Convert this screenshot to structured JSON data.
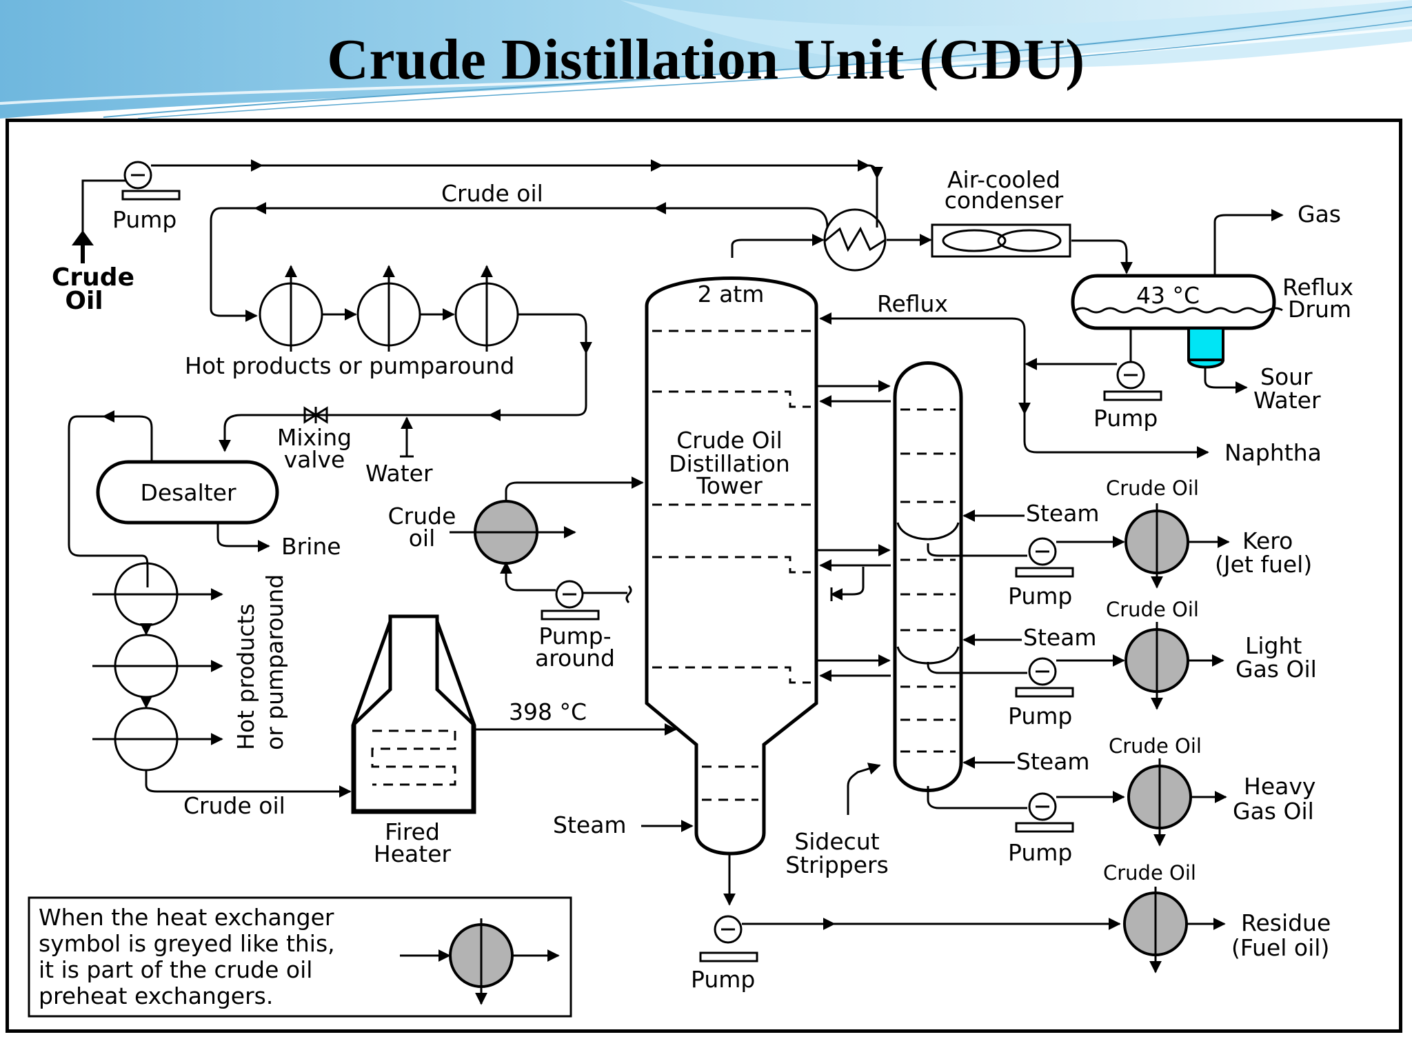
{
  "title": "Crude Distillation Unit (CDU)",
  "colors": {
    "grey_exchanger": "#b3b3b3",
    "sour_water": "#00e5f5",
    "header_blue": "#7fc4e6"
  },
  "labels": {
    "crude_oil_feed": [
      "Crude",
      "Oil"
    ],
    "pump": "Pump",
    "crude_oil": "Crude oil",
    "air_cooled_condenser": [
      "Air-cooled",
      "condenser"
    ],
    "gas": "Gas",
    "reflux_drum": [
      "Reflux",
      "Drum"
    ],
    "drum_temp": "43 °C",
    "top_pressure": "2 atm",
    "reflux": "Reflux",
    "sour_water": [
      "Sour",
      "Water"
    ],
    "naphtha": "Naphtha",
    "hot_products_pumparound": "Hot products or pumparound",
    "mixing_valve": [
      "Mixing",
      "valve"
    ],
    "water": "Water",
    "desalter": "Desalter",
    "brine": "Brine",
    "crude_oil_two_line": [
      "Crude",
      "oil"
    ],
    "tower": [
      "Crude Oil",
      "Distillation",
      "Tower"
    ],
    "pumparound": [
      "Pump-",
      "around"
    ],
    "hot_products_vertical": [
      "Hot products",
      "or pumparound"
    ],
    "fired_heater": [
      "Fired",
      "Heater"
    ],
    "heater_temp": "398 °C",
    "steam": "Steam",
    "sidecut_strippers": [
      "Sidecut",
      "Strippers"
    ],
    "crude_oil_cap": "Crude Oil",
    "kero": [
      "Kero",
      "(Jet fuel)"
    ],
    "light_gas_oil": [
      "Light",
      "Gas Oil"
    ],
    "heavy_gas_oil": [
      "Heavy",
      "Gas Oil"
    ],
    "residue": [
      "Residue",
      "(Fuel oil)"
    ]
  },
  "legend": {
    "lines": [
      "When the heat exchanger",
      "symbol is greyed like this,",
      "it is part of the crude oil",
      "preheat exchangers."
    ]
  }
}
